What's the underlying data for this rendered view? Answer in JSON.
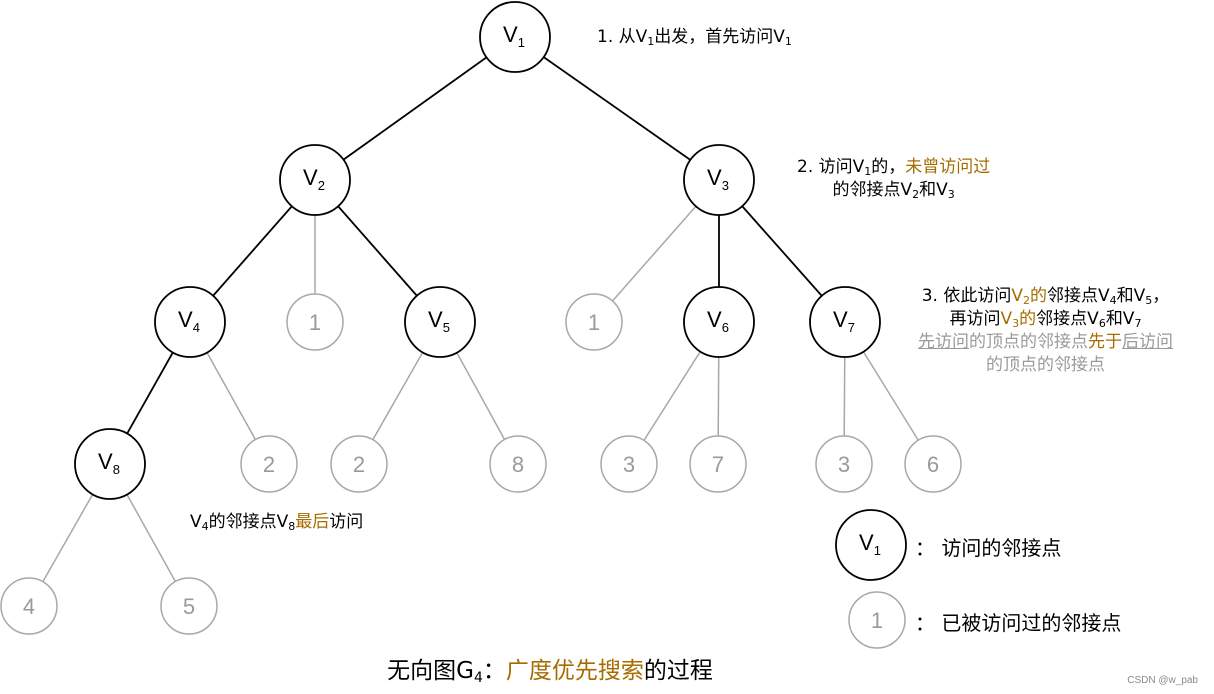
{
  "tree": {
    "v1": "V",
    "v1_sub": "1",
    "v2": "V",
    "v2_sub": "2",
    "v3": "V",
    "v3_sub": "3",
    "v4": "V",
    "v4_sub": "4",
    "v5": "V",
    "v5_sub": "5",
    "v6": "V",
    "v6_sub": "6",
    "v7": "V",
    "v7_sub": "7",
    "v8": "V",
    "v8_sub": "8",
    "visited": {
      "v2_mid": "1",
      "v3_left": "1",
      "v4_right": "2",
      "v5_left": "2",
      "v5_right": "8",
      "v6_left": "3",
      "v6_right": "7",
      "v7_left": "3",
      "v7_right": "6",
      "v8_left": "4",
      "v8_right": "5"
    }
  },
  "notes": {
    "step1": {
      "a": "1. 从V",
      "a_sub": "1",
      "b": "出发，首先访问V",
      "b_sub": "1"
    },
    "step2": {
      "a": "2. 访问V",
      "a_sub": "1",
      "b": "的，",
      "hl": "未曾访问过",
      "line2_a": "的邻接点V",
      "line2_sub1": "2",
      "line2_b": "和V",
      "line2_sub2": "3"
    },
    "step3": {
      "l1_a": "3. 依此访问",
      "l1_hl": "V",
      "l1_hl_sub": "2",
      "l1_hl2": "的",
      "l1_b": "邻接点V",
      "l1_sub1": "4",
      "l1_c": "和V",
      "l1_sub2": "5",
      "l1_d": "，",
      "l2_a": "再访问",
      "l2_hl": "V",
      "l2_hl_sub": "3",
      "l2_hl2": "的",
      "l2_b": "邻接点V",
      "l2_sub1": "6",
      "l2_c": "和V",
      "l2_sub2": "7",
      "l3_a": "先访问",
      "l3_b": "的顶点的邻接点",
      "l3_hl": "先于",
      "l3_c": "后访问",
      "l4": "的顶点的邻接点"
    },
    "step4": {
      "a": "V",
      "a_sub": "4",
      "b": "的邻接点V",
      "b_sub": "8",
      "hl": "最后",
      "c": "访问"
    }
  },
  "legend": {
    "visit_node": "V",
    "visit_node_sub": "1",
    "visit_text": "：  访问的邻接点",
    "visited_node": "1",
    "visited_text": "：  已被访问过的邻接点"
  },
  "caption": {
    "a": "无向图G",
    "sub": "4",
    "b": "：",
    "hl": "广度优先搜索",
    "c": "的过程"
  },
  "watermark": "CSDN @w_pab",
  "colors": {
    "highlight": "#a66c00",
    "visited": "#9a9a9a",
    "edge": "#000000",
    "visited_edge": "#a8a8a8"
  }
}
